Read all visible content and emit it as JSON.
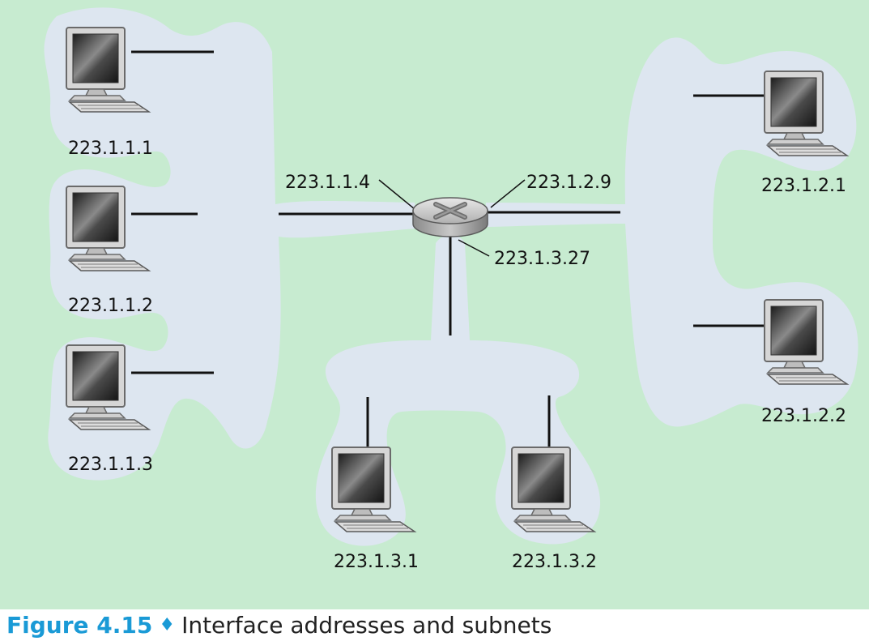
{
  "colors": {
    "background": "#c7ebd0",
    "subnet_cloud": "#dde6f0",
    "caption_accent": "#1a9ad6"
  },
  "icons": {
    "host": "desktop-computer-icon",
    "router": "router-icon"
  },
  "router": {
    "interfaces": {
      "subnet1": "223.1.1.4",
      "subnet2": "223.1.2.9",
      "subnet3": "223.1.3.27"
    }
  },
  "hosts": {
    "h111": "223.1.1.1",
    "h112": "223.1.1.2",
    "h113": "223.1.1.3",
    "h121": "223.1.2.1",
    "h122": "223.1.2.2",
    "h131": "223.1.3.1",
    "h132": "223.1.3.2"
  },
  "caption": {
    "figure_number": "Figure 4.15",
    "separator": "♦",
    "title": "Interface addresses and subnets"
  }
}
